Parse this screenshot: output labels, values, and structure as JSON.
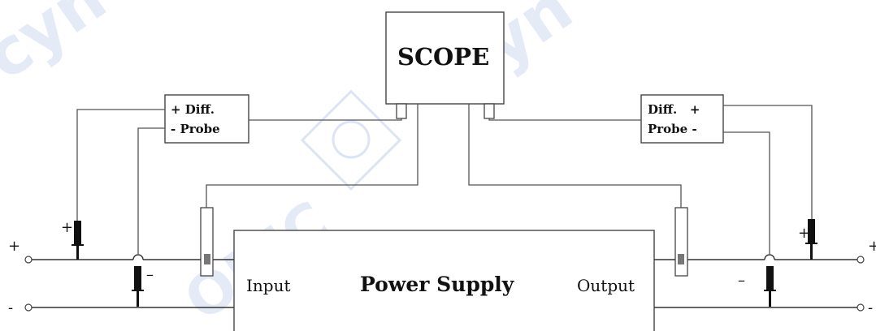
{
  "scope": {
    "label": "SCOPE"
  },
  "power_supply": {
    "label": "Power Supply",
    "input_label": "Input",
    "output_label": "Output"
  },
  "left_probe": {
    "line1": "+ Diff.",
    "line2": "- Probe"
  },
  "right_probe": {
    "line1": "Diff.   +",
    "line2": "Probe -"
  },
  "terminals": {
    "plus": "+",
    "minus": "-"
  },
  "probe_signs": {
    "left_plus": "+",
    "left_minus": "–",
    "right_plus": "+",
    "right_minus": "–"
  },
  "watermark": {
    "text_left": "cyn",
    "text_right": "cyn",
    "text_bottom": "ONIC"
  },
  "colors": {
    "line": "#555555",
    "box_border": "#444444",
    "watermark": "#cfd9ee"
  }
}
